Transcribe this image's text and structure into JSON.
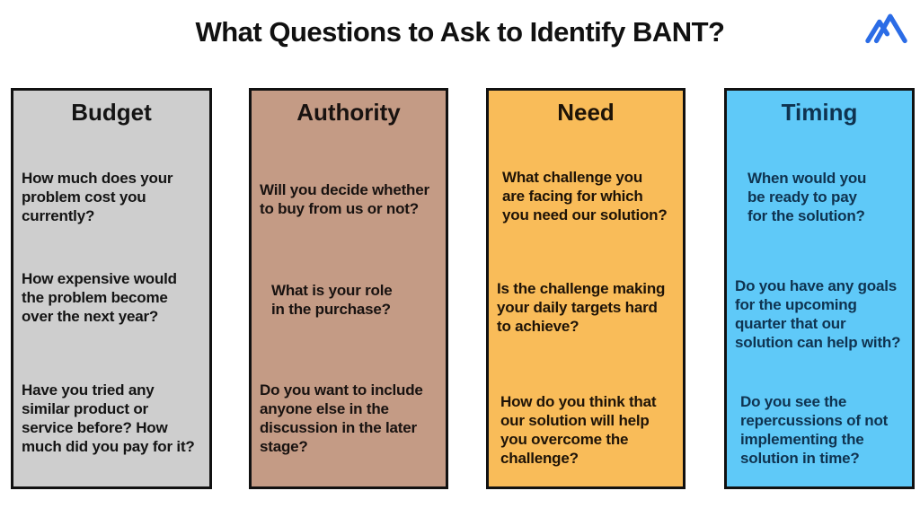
{
  "page": {
    "title": "What Questions to Ask to Identify BANT?",
    "background_color": "#ffffff",
    "box_border_color": "#111111",
    "logo_icon": "mountain-peaks-logo",
    "logo_color": "#2b6ce6"
  },
  "columns": [
    {
      "id": "budget",
      "heading": "Budget",
      "bg_color": "#cecece",
      "text_color": "#141414",
      "questions": [
        "How much does your\nproblem cost you\ncurrently?",
        "How expensive would\nthe problem become\nover the next year?",
        "Have you tried any\nsimilar product or\nservice before? How\nmuch did you pay for it?"
      ]
    },
    {
      "id": "authority",
      "heading": "Authority",
      "bg_color": "#c49b85",
      "text_color": "#181210",
      "questions": [
        "Will you decide whether\nto buy from us or not?",
        "What is your role\nin the purchase?",
        "Do you want to include\nanyone else in the\ndiscussion in the later\nstage?"
      ]
    },
    {
      "id": "need",
      "heading": "Need",
      "bg_color": "#f9bc59",
      "text_color": "#1e1307",
      "questions": [
        "What challenge you\nare facing for which\nyou need our solution?",
        "Is the challenge making\nyour daily targets hard\nto achieve?",
        "How do you think that\nour solution will help\nyou overcome the\nchallenge?"
      ]
    },
    {
      "id": "timing",
      "heading": "Timing",
      "bg_color": "#5fc9f8",
      "text_color": "#0f3350",
      "questions": [
        "When would you\nbe ready to pay\nfor the solution?",
        "Do you have any goals\nfor the upcoming\nquarter that our\nsolution can help with?",
        "Do you see the\nrepercussions of not\nimplementing the\nsolution in time?"
      ]
    }
  ]
}
